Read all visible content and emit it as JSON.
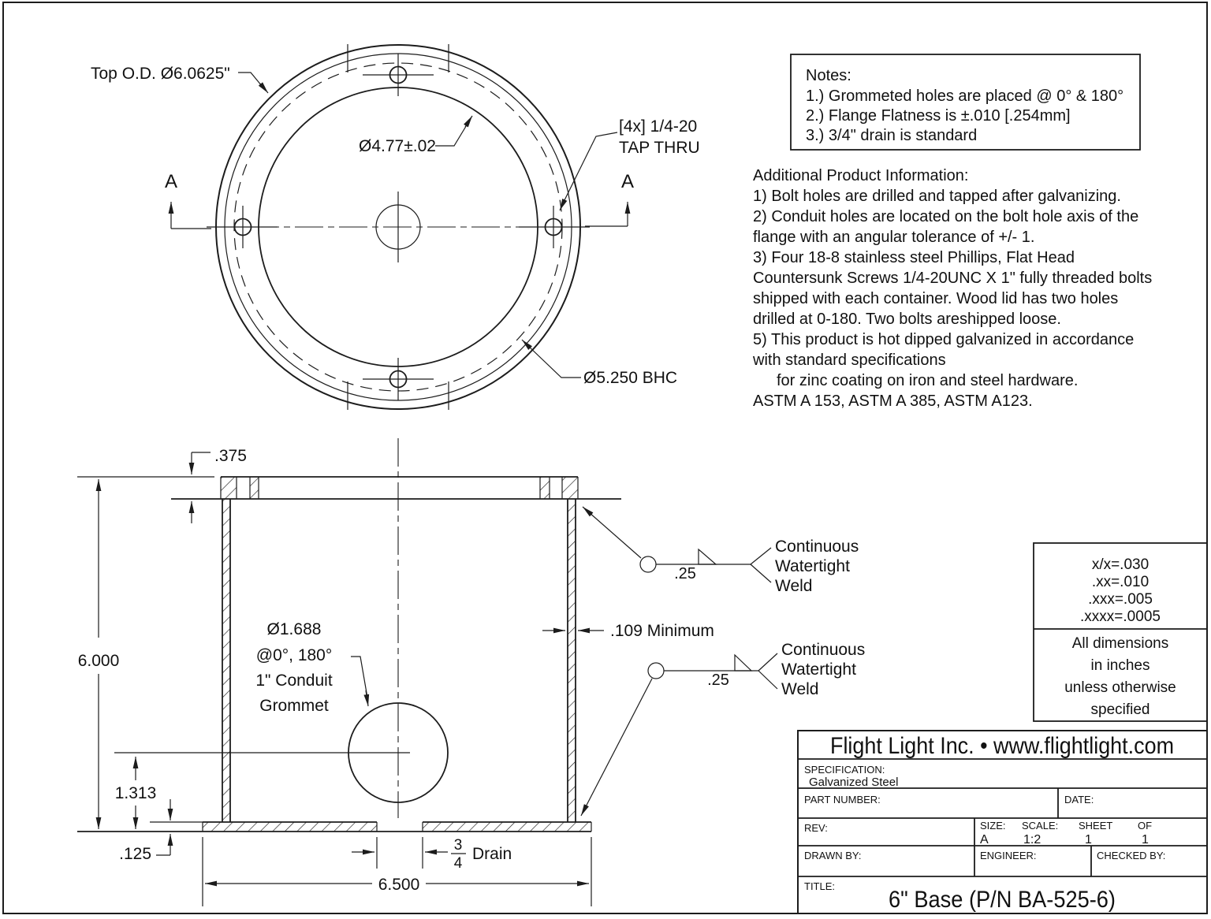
{
  "top_view": {
    "od_label": "Top O.D. Ø6.0625\"",
    "inner_dia_label": "Ø4.77±.02",
    "tap_label_line1": "[4x] 1/4-20",
    "tap_label_line2": "TAP THRU",
    "bhc_label": "Ø5.250 BHC",
    "section_letter": "A"
  },
  "notes": {
    "title": "Notes:",
    "items": [
      "1.) Grommeted holes are placed @ 0° & 180°",
      "2.) Flange Flatness is ±.010 [.254mm]",
      "3.) 3/4\" drain is standard"
    ]
  },
  "additional_info": {
    "lines": [
      "Additional Product Information:",
      "1) Bolt holes are drilled and tapped after galvanizing.",
      "2) Conduit holes are located on the bolt hole axis of the",
      "flange with an angular tolerance of +/- 1.",
      "3) Four 18-8 stainless steel Phillips, Flat Head",
      "Countersunk Screws 1/4-20UNC X 1\" fully threaded bolts",
      "shipped with each container. Wood lid has two holes",
      "drilled at 0-180. Two bolts areshipped loose.",
      "5) This product is hot dipped galvanized in accordance",
      "with standard specifications",
      "for zinc coating on iron and steel hardware.",
      "ASTM A 153, ASTM  A 385, ASTM A123."
    ]
  },
  "side_view": {
    "dim_flange": ".375",
    "dim_height": "6.000",
    "dim_grommet": "1.313",
    "dim_base": ".125",
    "dim_width": "6.500",
    "dim_wall": ".109 Minimum",
    "grommet_label_line1": "Ø1.688",
    "grommet_label_line2": "@0°, 180°",
    "grommet_label_line3": "1\" Conduit",
    "grommet_label_line4": "Grommet",
    "drain_numerator": "3",
    "drain_denominator": "4",
    "drain_word": "Drain",
    "weld_size": ".25",
    "weld_line1": "Continuous",
    "weld_line2": "Watertight",
    "weld_line3": "Weld"
  },
  "tolerances": {
    "lines": [
      "x/x=.030",
      ".xx=.010",
      ".xxx=.005",
      ".xxxx=.0005"
    ],
    "note_lines": [
      "All dimensions",
      "in inches",
      "unless otherwise",
      "specified"
    ]
  },
  "title_block": {
    "company": "Flight Light Inc. • www.flightlight.com",
    "specification_label": "SPECIFICATION:",
    "specification_value": "Galvanized Steel",
    "part_number_label": "PART NUMBER:",
    "date_label": "DATE:",
    "rev_label": "REV:",
    "size_label": "SIZE:",
    "size_value": "A",
    "scale_label": "SCALE:",
    "scale_value": "1:2",
    "sheet_label": "SHEET",
    "sheet_value": "1",
    "of_label": "OF",
    "of_value": "1",
    "drawn_by_label": "DRAWN BY:",
    "engineer_label": "ENGINEER:",
    "checked_by_label": "CHECKED BY:",
    "title_label": "TITLE:",
    "title_value": "6\" Base (P/N BA-525-6)"
  }
}
